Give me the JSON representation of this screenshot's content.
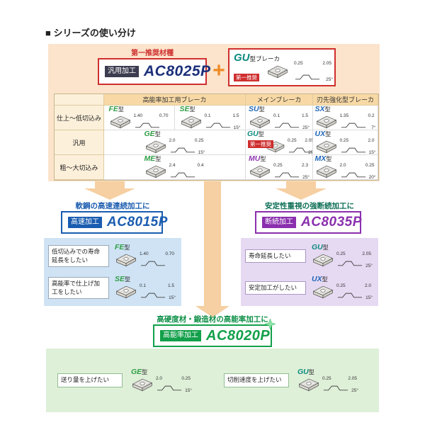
{
  "title": "■ シリーズの使い分け",
  "strings": {
    "kata": "型",
    "kata_breaker": "型ブレーカ",
    "first_recommend": "第一推奨",
    "first_recommend_grade": "第一推奨材種",
    "plus": "+"
  },
  "colors": {
    "accent_red": "#cf2e2e",
    "plus_orange": "#f08a24",
    "ac8025p_navy": "#1b2f7a",
    "ac8015p_blue": "#1a5cb0",
    "ac8035p_purple": "#8a2fae",
    "ac8020p_green": "#13a04a",
    "flow_bg_peach": "#fbe4cb",
    "table_header_orange": "#f8d9a6",
    "panel_blue": "#cfe3f5",
    "panel_purple": "#e6d9f2",
    "panel_green": "#def0d8"
  },
  "grades": {
    "ac8025p": {
      "badge": "汎用加工",
      "name": "AC8025P"
    },
    "ac8015p": {
      "badge": "高速加工",
      "name": "AC8015P",
      "heading": "軟鋼の高速連続加工に"
    },
    "ac8035p": {
      "badge": "断続加工",
      "name": "AC8035P",
      "heading": "安定性重視の強断続加工に"
    },
    "ac8020p": {
      "badge": "高能率加工",
      "name": "AC8020P",
      "heading": "高硬度材・鍛造材の高能率加工に"
    }
  },
  "table": {
    "col_headers": [
      "高能率加工用ブレーカ",
      "メインブレーカ",
      "刃先強化型ブレーカ"
    ],
    "row_headers": [
      "仕上〜低切込み",
      "汎用",
      "粗〜大切込み"
    ]
  },
  "breakers": {
    "fe": {
      "code": "FE",
      "dims": [
        "1.40",
        "0.70",
        ""
      ]
    },
    "se": {
      "code": "SE",
      "dims": [
        "0.1",
        "1.5",
        "15°"
      ]
    },
    "su": {
      "code": "SU",
      "dims": [
        "0.1",
        "1.5",
        "25°"
      ]
    },
    "sx": {
      "code": "SX",
      "dims": [
        "1.35",
        "0.2",
        "7°"
      ]
    },
    "ge": {
      "code": "GE",
      "dims": [
        "2.0",
        "0.25",
        "15°"
      ]
    },
    "gu": {
      "code": "GU",
      "dims": [
        "0.25",
        "2.05",
        "25°"
      ]
    },
    "ux": {
      "code": "UX",
      "dims": [
        "0.25",
        "2.0",
        "15°"
      ]
    },
    "me": {
      "code": "ME",
      "dims": [
        "2.4",
        "0.4",
        ""
      ]
    },
    "mu": {
      "code": "MU",
      "dims": [
        "0.25",
        "2.3",
        "25°"
      ]
    },
    "mx": {
      "code": "MX",
      "dims": [
        "2.0",
        "0.25",
        "20°"
      ]
    }
  },
  "panels": {
    "ac8015p": {
      "rows": [
        {
          "text": "低切込みでの寿命延長をしたい"
        },
        {
          "text": "高能率で仕上げ加工をしたい"
        }
      ]
    },
    "ac8035p": {
      "rows": [
        {
          "text": "寿命延長したい"
        },
        {
          "text": "安定加工がしたい"
        }
      ]
    },
    "ac8020p": {
      "rows": [
        {
          "text": "送り量を上げたい"
        },
        {
          "text": "切削速度を上げたい"
        }
      ]
    }
  }
}
